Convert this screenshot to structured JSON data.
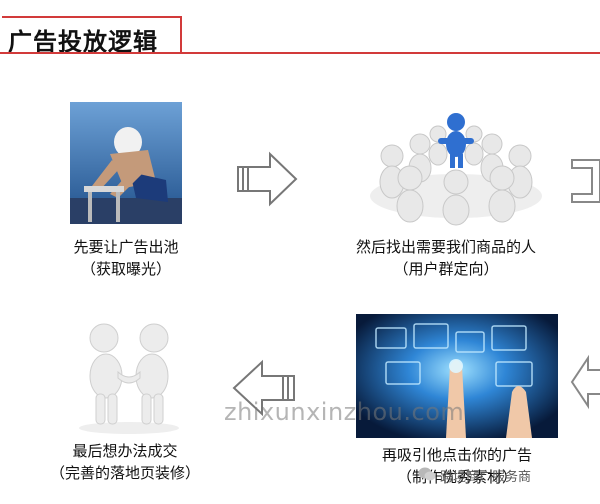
{
  "header": {
    "title": "广告投放逻辑",
    "accent_color": "#d23a3a"
  },
  "steps": [
    {
      "line1": "先要让广告出池",
      "line2": "（获取曝光）",
      "image": "swimmer-diving-image"
    },
    {
      "line1": "然后找出需要我们商品的人",
      "line2": "（用户群定向）",
      "image": "crowd-circle-blue-figure-image"
    },
    {
      "line1": "再吸引他点击你的广告",
      "line2": "（制作优秀素材）",
      "image": "hand-touching-screen-image"
    },
    {
      "line1": "最后想办法成交",
      "line2": "（完善的落地页装修）",
      "image": "two-figures-handshake-image"
    }
  ],
  "watermark": "zhixunxinzhou.com",
  "corner_caption": "跨境商广服务商"
}
